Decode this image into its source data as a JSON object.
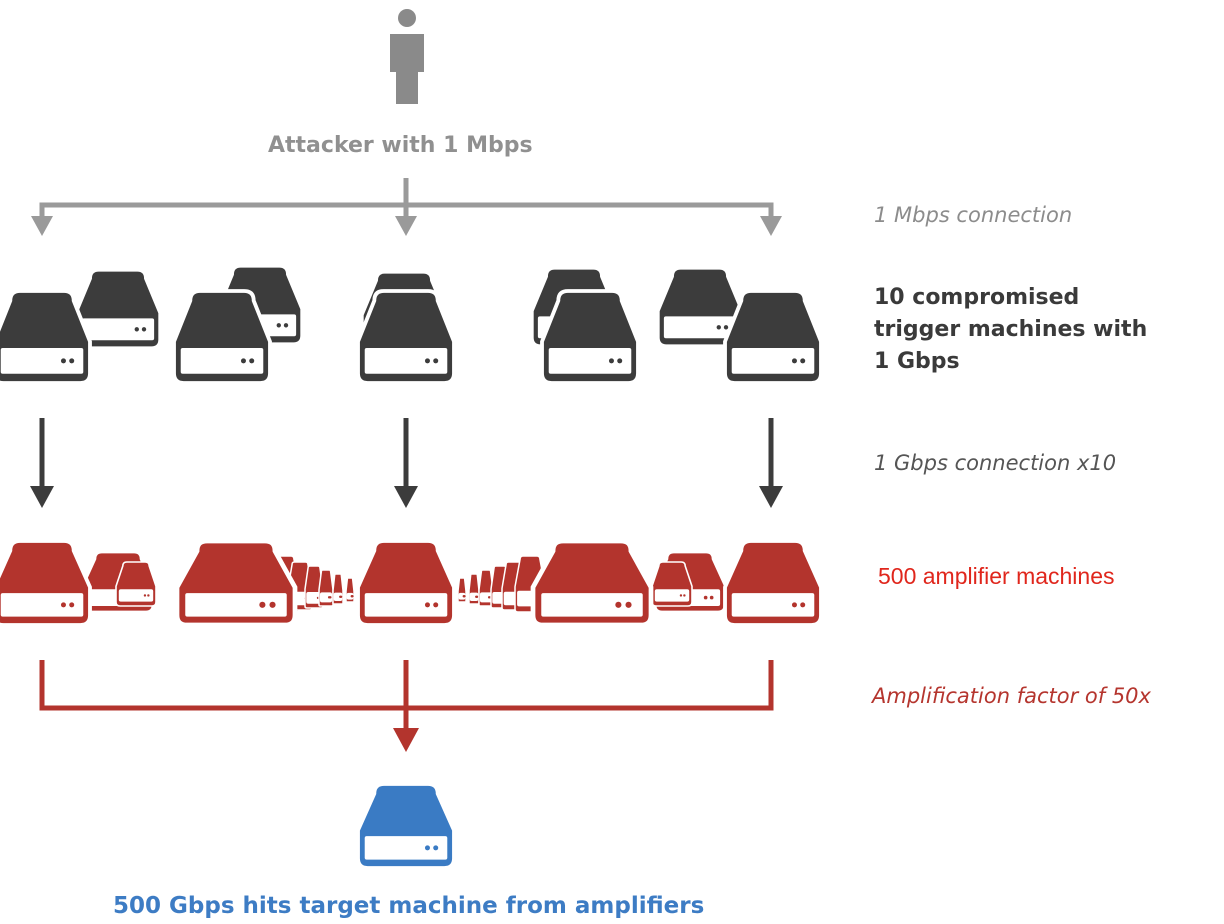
{
  "attacker": {
    "label": "Attacker with 1 Mbps"
  },
  "connections": {
    "attacker_to_triggers": "1 Mbps connection",
    "triggers_to_amplifiers": "1 Gbps connection x10",
    "amplification": "Amplification factor of 50x"
  },
  "triggers": {
    "label": "10 compromised trigger machines with 1 Gbps",
    "count": 10
  },
  "amplifiers": {
    "label": "500 amplifier machines",
    "count": 500
  },
  "target": {
    "label": "500 Gbps hits target machine from amplifiers"
  },
  "colors": {
    "attacker": "#8a8a8a",
    "trigger": "#3c3c3c",
    "amplifier": "#b3342d",
    "target": "#3a7bc4",
    "gray_arrow": "#9a9a9a",
    "dark_arrow": "#3c3c3c",
    "red_arrow": "#b3342d"
  },
  "icons": {
    "attacker": "person-icon",
    "trigger": "server-icon",
    "amplifier": "server-icon",
    "target": "server-icon"
  }
}
